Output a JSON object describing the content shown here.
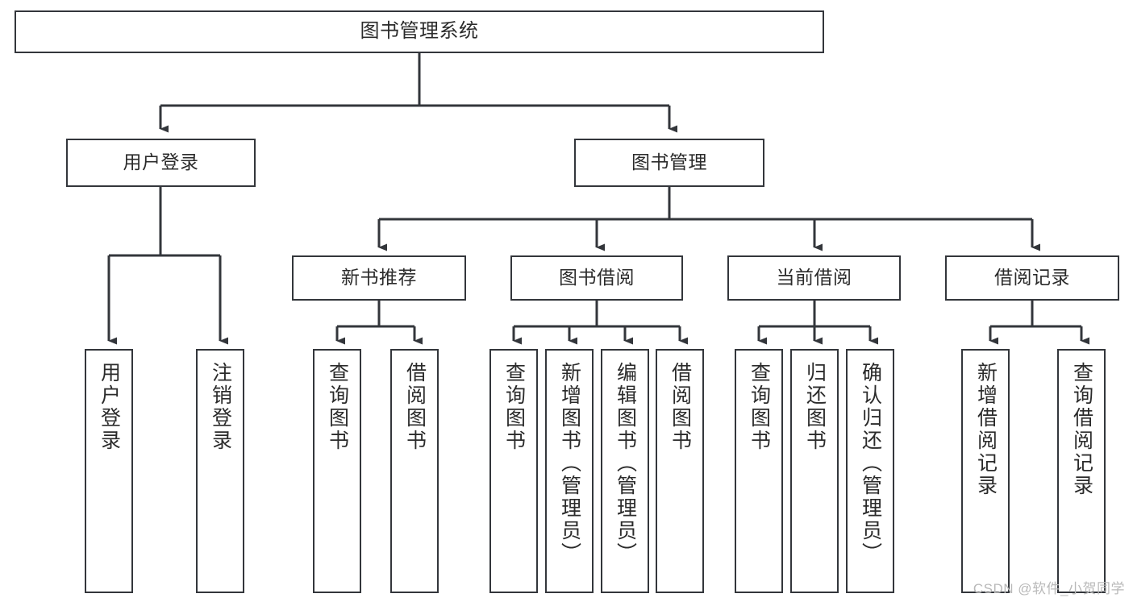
{
  "diagram": {
    "title": "图书管理系统",
    "type": "tree",
    "watermark": "CSDN @软件_小贺同学",
    "colors": {
      "stroke": "#33363b",
      "text": "#2b2b2b",
      "background": "#ffffff",
      "watermark": "#b9b9b9"
    },
    "levels": {
      "root": {
        "label": "图书管理系统"
      },
      "level2": [
        {
          "id": "user-login",
          "label": "用户登录"
        },
        {
          "id": "book-manage",
          "label": "图书管理"
        }
      ],
      "level3": [
        {
          "id": "new-book-recommend",
          "label": "新书推荐"
        },
        {
          "id": "book-borrow",
          "label": "图书借阅"
        },
        {
          "id": "current-borrow",
          "label": "当前借阅"
        },
        {
          "id": "borrow-record",
          "label": "借阅记录"
        }
      ],
      "leaves": {
        "user-login": [
          {
            "id": "leaf-user-login",
            "label": "用户登录"
          },
          {
            "id": "leaf-user-logout",
            "label": "注销登录"
          }
        ],
        "new-book-recommend": [
          {
            "id": "leaf-query-book-1",
            "label": "查询图书"
          },
          {
            "id": "leaf-borrow-book-1",
            "label": "借阅图书"
          }
        ],
        "book-borrow": [
          {
            "id": "leaf-query-book-2",
            "label": "查询图书"
          },
          {
            "id": "leaf-add-book",
            "label": "新增图书（管理员）"
          },
          {
            "id": "leaf-edit-book",
            "label": "编辑图书（管理员）"
          },
          {
            "id": "leaf-borrow-book-2",
            "label": "借阅图书"
          }
        ],
        "current-borrow": [
          {
            "id": "leaf-query-book-3",
            "label": "查询图书"
          },
          {
            "id": "leaf-return-book",
            "label": "归还图书"
          },
          {
            "id": "leaf-confirm-return",
            "label": "确认归还（管理员）"
          }
        ],
        "borrow-record": [
          {
            "id": "leaf-add-record",
            "label": "新增借阅记录"
          },
          {
            "id": "leaf-query-record",
            "label": "查询借阅记录"
          }
        ]
      }
    }
  }
}
